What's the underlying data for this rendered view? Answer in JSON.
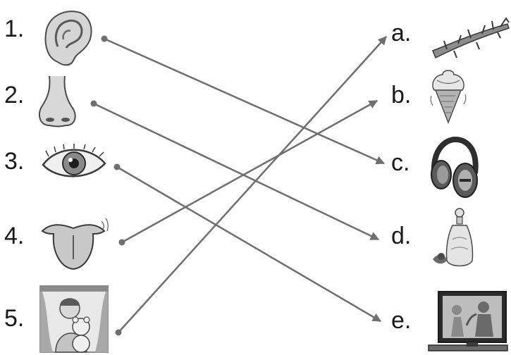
{
  "left_items": [
    {
      "label": "1.",
      "picture": "ear-icon"
    },
    {
      "label": "2.",
      "picture": "nose-icon"
    },
    {
      "label": "3.",
      "picture": "eye-icon"
    },
    {
      "label": "4.",
      "picture": "tongue-icon"
    },
    {
      "label": "5.",
      "picture": "girl-with-teddy-bear-at-window"
    }
  ],
  "right_items": [
    {
      "label": "a.",
      "picture": "thorny-branch-icon"
    },
    {
      "label": "b.",
      "picture": "ice-cream-cone-icon"
    },
    {
      "label": "c.",
      "picture": "headphones-icon"
    },
    {
      "label": "d.",
      "picture": "perfume-bottle-icon"
    },
    {
      "label": "e.",
      "picture": "television-icon"
    }
  ],
  "matches": [
    {
      "from": "1.",
      "to": "c."
    },
    {
      "from": "2.",
      "to": "d."
    },
    {
      "from": "3.",
      "to": "e."
    },
    {
      "from": "4.",
      "to": "b."
    },
    {
      "from": "5.",
      "to": "a."
    }
  ],
  "colors": {
    "line": "#6f6f6f",
    "text": "#1a1a1a",
    "picture_fill": "#d4d4d4",
    "picture_stroke": "#4a4a4a"
  }
}
